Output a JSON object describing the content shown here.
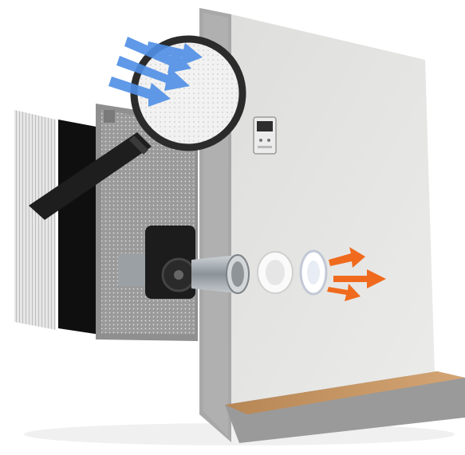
{
  "image": {
    "kind": "illustration",
    "components": [
      {
        "name": "wall",
        "icon": "wall"
      },
      {
        "name": "floor-ledge",
        "icon": "floor"
      },
      {
        "name": "filter-layers",
        "icon": "filter"
      },
      {
        "name": "fan-unit",
        "icon": "fan"
      },
      {
        "name": "duct-sleeve",
        "icon": "duct"
      },
      {
        "name": "wall-grille",
        "icon": "grille"
      },
      {
        "name": "control-panel",
        "icon": "controller"
      },
      {
        "name": "magnifier",
        "icon": "magnifying-glass"
      }
    ],
    "colors": {
      "background": "#ffffff",
      "wall_face": "#e4e4e2",
      "wall_edge": "#a9a9a9",
      "intake_arrows": "#4f8fe6",
      "exhaust_arrows": "#f06a1d",
      "floor_wood": "#c89a6a",
      "filter_black": "#0f0f0f"
    }
  }
}
